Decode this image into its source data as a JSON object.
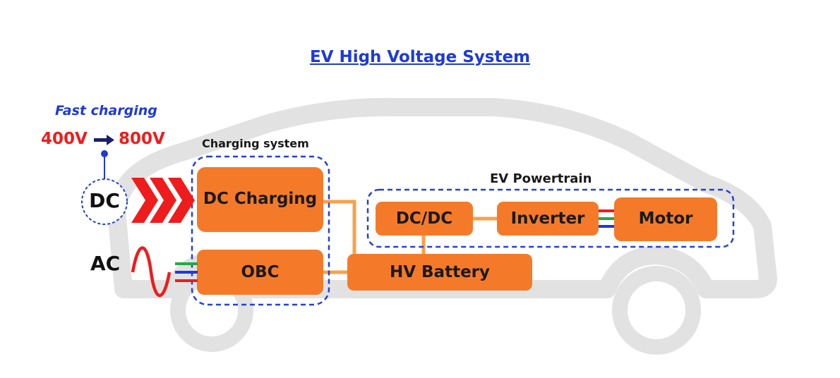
{
  "title": "EV High Voltage System",
  "fast_charging": {
    "label": "Fast charging",
    "from_voltage": "400V",
    "to_voltage": "800V"
  },
  "inputs": {
    "dc_label": "DC",
    "ac_label": "AC"
  },
  "groups": {
    "charging_system": "Charging system",
    "ev_powertrain": "EV Powertrain"
  },
  "blocks": {
    "dc_charging": "DC Charging",
    "obc": "OBC",
    "hv_battery": "HV Battery",
    "dcdc": "DC/DC",
    "inverter": "Inverter",
    "motor": "Motor"
  },
  "colors": {
    "block_fill": "#f47a2a",
    "link": "#f7a24a",
    "group_border": "#2440d9",
    "car_outline": "#e2e2e2",
    "accent_red": "#ee1c1c",
    "accent_blue": "#1e3ad8"
  }
}
